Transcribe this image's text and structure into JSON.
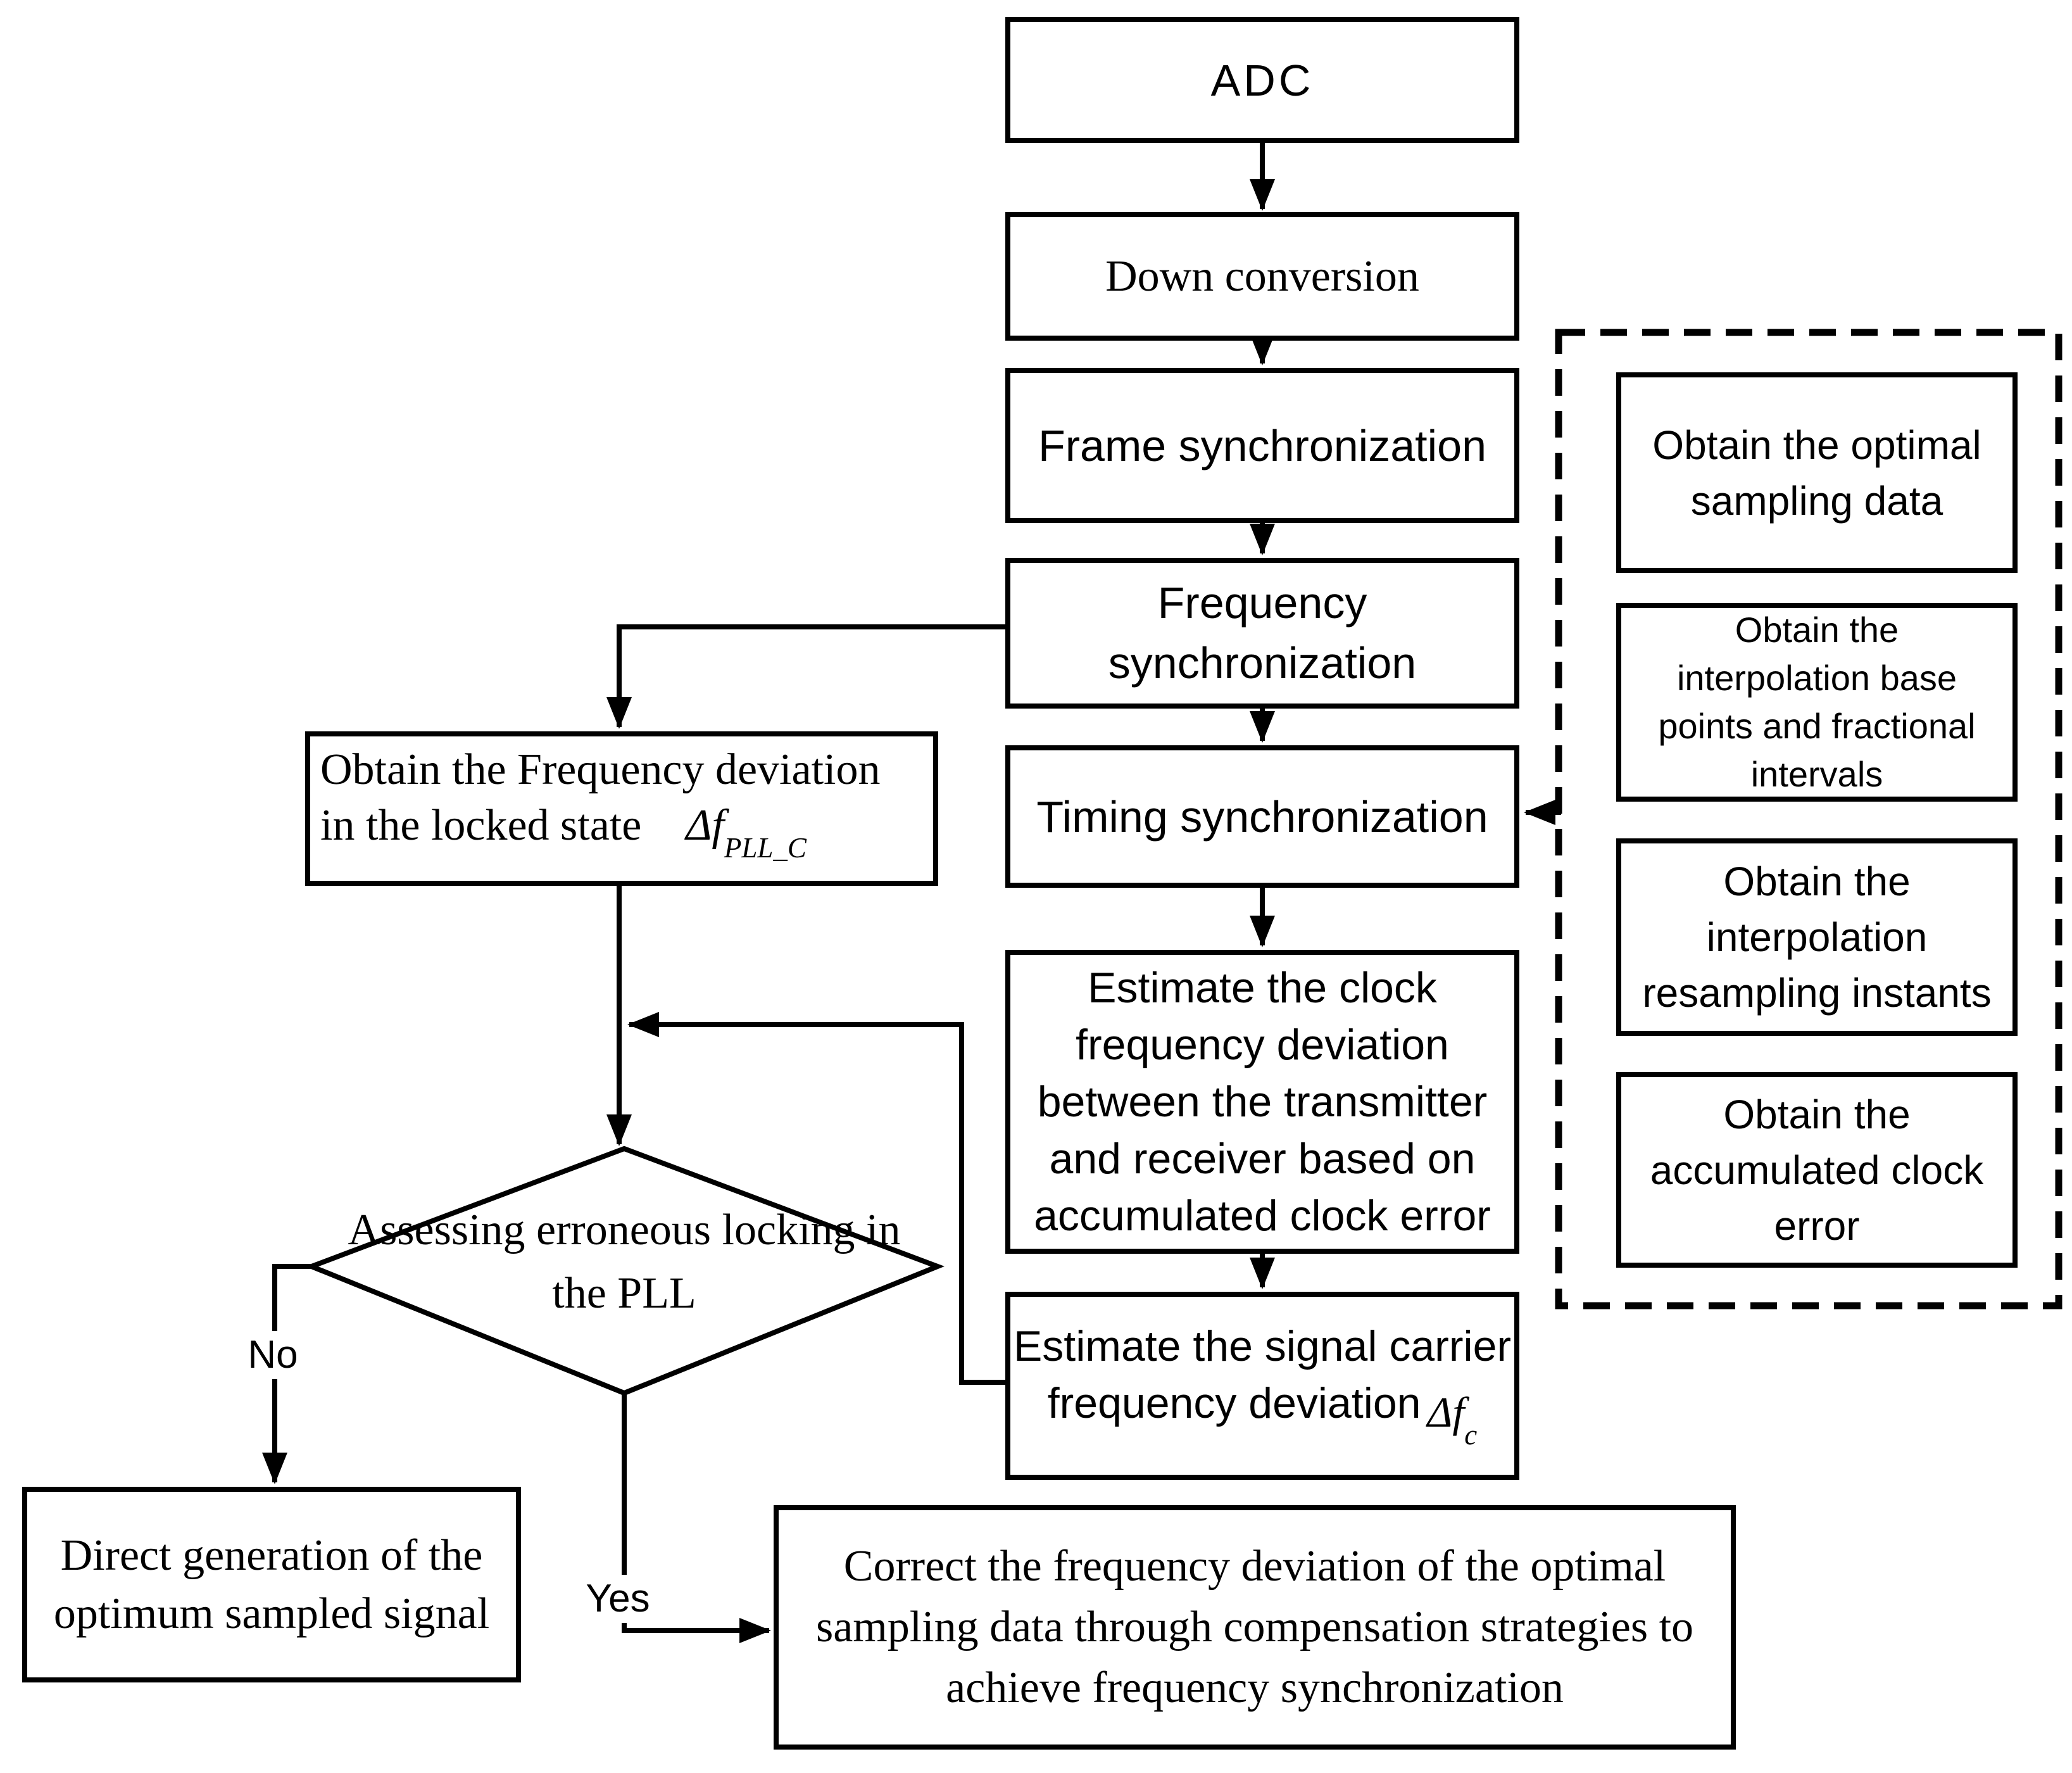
{
  "figure": {
    "background": "#ffffff",
    "line_color": "#000000"
  },
  "nodes": {
    "adc": "ADC",
    "down_conversion": "Down conversion",
    "frame_sync": "Frame synchronization",
    "freq_sync": "Frequency\nsynchronization",
    "timing_sync": "Timing synchronization",
    "estimate_clock": "Estimate the clock\nfrequency deviation\nbetween the transmitter\nand receiver based on\naccumulated clock error",
    "estimate_carrier_line1": "Estimate the signal carrier",
    "estimate_carrier_line2": "frequency deviation",
    "estimate_carrier_math": "Δf",
    "estimate_carrier_math_sub": "c",
    "obtain_freq_line1": "Obtain the Frequency deviation",
    "obtain_freq_line2": "in the locked state",
    "obtain_freq_math": "Δf",
    "obtain_freq_math_sub": "PLL_C",
    "decision": "Assessing erroneous locking in\nthe PLL",
    "direct_generation": "Direct generation of the\noptimum sampled signal",
    "correct_box": "Correct the frequency deviation of the optimal\nsampling data through compensation strategies to\nachieve frequency synchronization",
    "panel_box_1": "Obtain the optimal\nsampling data",
    "panel_box_2": "Obtain the\ninterpolation base\npoints and fractional\nintervals",
    "panel_box_3": "Obtain the\ninterpolation\nresampling instants",
    "panel_box_4": "Obtain the\naccumulated clock\nerror"
  },
  "labels": {
    "no": "No",
    "yes": "Yes"
  }
}
